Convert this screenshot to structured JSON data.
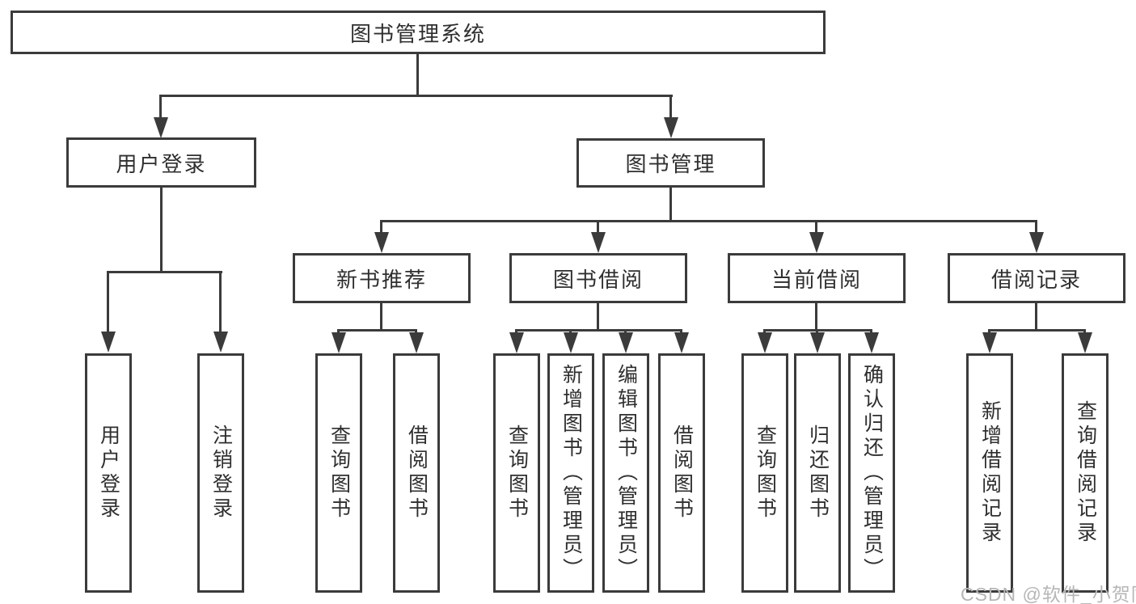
{
  "diagram": {
    "root": "图书管理系统",
    "branches": [
      {
        "label": "用户登录",
        "leaves": [
          "用户登录",
          "注销登录"
        ]
      },
      {
        "label": "图书管理",
        "children": [
          {
            "label": "新书推荐",
            "leaves": [
              "查询图书",
              "借阅图书"
            ]
          },
          {
            "label": "图书借阅",
            "leaves": [
              "查询图书",
              "新增图书（管理员）",
              "编辑图书（管理员）",
              "借阅图书"
            ]
          },
          {
            "label": "当前借阅",
            "leaves": [
              "查询图书",
              "归还图书",
              "确认归还（管理员）"
            ]
          },
          {
            "label": "借阅记录",
            "leaves": [
              "新增借阅记录",
              "查询借阅记录"
            ]
          }
        ]
      }
    ]
  },
  "watermark": {
    "text": "CSDN @软件_小贺同学"
  },
  "colors": {
    "line": "#3b3b3b",
    "text": "#2f2f2f",
    "background": "#ffffff",
    "watermark": "#b6b6b6"
  }
}
